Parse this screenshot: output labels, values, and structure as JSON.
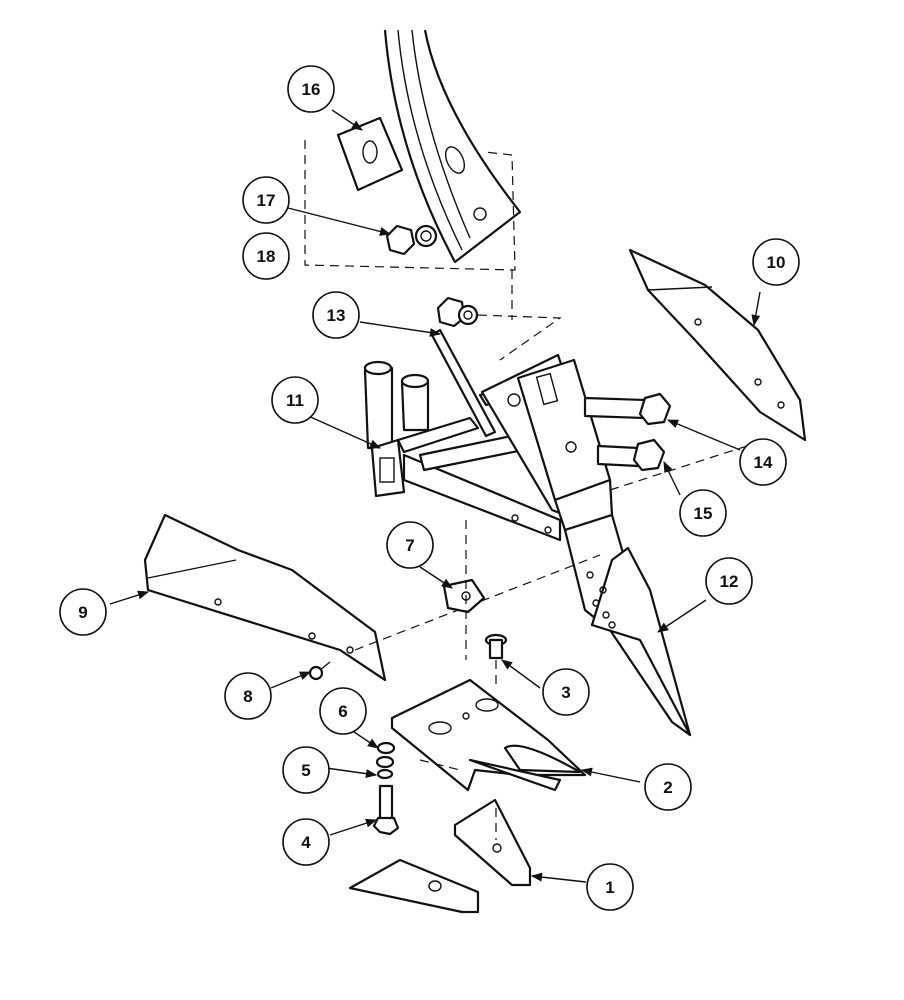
{
  "diagram": {
    "callouts": [
      {
        "id": "1",
        "label": "1"
      },
      {
        "id": "2",
        "label": "2"
      },
      {
        "id": "3",
        "label": "3"
      },
      {
        "id": "4",
        "label": "4"
      },
      {
        "id": "5",
        "label": "5"
      },
      {
        "id": "6",
        "label": "6"
      },
      {
        "id": "7",
        "label": "7"
      },
      {
        "id": "8",
        "label": "8"
      },
      {
        "id": "9",
        "label": "9"
      },
      {
        "id": "10",
        "label": "10"
      },
      {
        "id": "11",
        "label": "11"
      },
      {
        "id": "12",
        "label": "12"
      },
      {
        "id": "13",
        "label": "13"
      },
      {
        "id": "14",
        "label": "14"
      },
      {
        "id": "15",
        "label": "15"
      },
      {
        "id": "16",
        "label": "16"
      },
      {
        "id": "17",
        "label": "17"
      },
      {
        "id": "18",
        "label": "18"
      }
    ],
    "colors": {
      "ink": "#111111",
      "paper": "#ffffff"
    }
  }
}
